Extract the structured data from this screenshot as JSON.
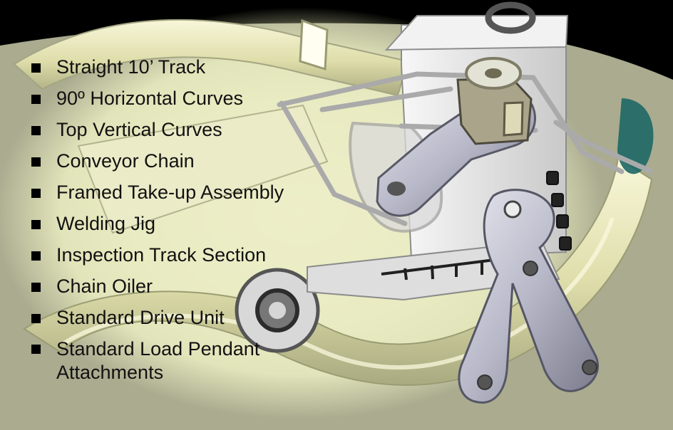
{
  "colors": {
    "background": "#000000",
    "track": "#dfe0ad",
    "track_dark": "#b8b98a",
    "metal": "#b8b9c8",
    "metal_dark": "#6d6e7d",
    "text": "#111111"
  },
  "bullets": [
    {
      "text": "Straight 10’ Track"
    },
    {
      "text": "90º Horizontal Curves"
    },
    {
      "text": "Top Vertical Curves"
    },
    {
      "text": "Conveyor Chain"
    },
    {
      "text": "Framed Take-up Assembly"
    },
    {
      "text": "Welding Jig"
    },
    {
      "text": "Inspection Track Section"
    },
    {
      "text": "Chain Oiler"
    },
    {
      "text": "Standard Drive Unit"
    },
    {
      "text": "Standard Load Pendant Attachments"
    }
  ]
}
